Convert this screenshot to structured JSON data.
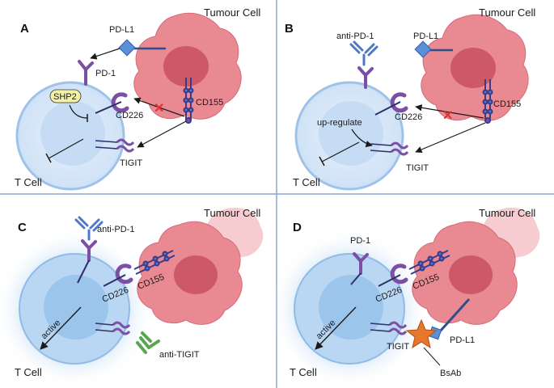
{
  "colors": {
    "tcell_ring": "#9fc3e8",
    "tcell_fill": "#d9e9f8",
    "nucleus": "#b8d3f0",
    "tumour": "#e07b85",
    "tumour_nucleus": "#c9505e",
    "receptor": "#7b4fa3",
    "ligand": "#4f79c6",
    "anti_tigit": "#5aa552",
    "bsab": "#e8772e",
    "divider": "#8aa7d2"
  },
  "panels": {
    "A": {
      "letter": "A",
      "tumour_label": "Tumour Cell",
      "tcell_label": "T Cell",
      "pdl1": "PD-L1",
      "pd1": "PD-1",
      "shp2": "SHP2",
      "cd226": "CD226",
      "cd155": "CD155",
      "tigit": "TIGIT"
    },
    "B": {
      "letter": "B",
      "tumour_label": "Tumour Cell",
      "tcell_label": "T Cell",
      "anti_pd1": "anti-PD-1",
      "pdl1": "PD-L1",
      "upregulate": "up-regulate",
      "cd226": "CD226",
      "cd155": "CD155",
      "tigit": "TIGIT"
    },
    "C": {
      "letter": "C",
      "tumour_label": "Tumour Cell",
      "tcell_label": "T Cell",
      "anti_pd1": "anti-PD-1",
      "cd226": "CD226",
      "cd155": "CD155",
      "active": "active",
      "anti_tigit": "anti-TIGIT"
    },
    "D": {
      "letter": "D",
      "tumour_label": "Tumour Cell",
      "tcell_label": "T Cell",
      "pd1": "PD-1",
      "cd226": "CD226",
      "cd155": "CD155",
      "active": "active",
      "pdl1": "PD-L1",
      "tigit": "TIGIT",
      "bsab": "BsAb"
    }
  }
}
